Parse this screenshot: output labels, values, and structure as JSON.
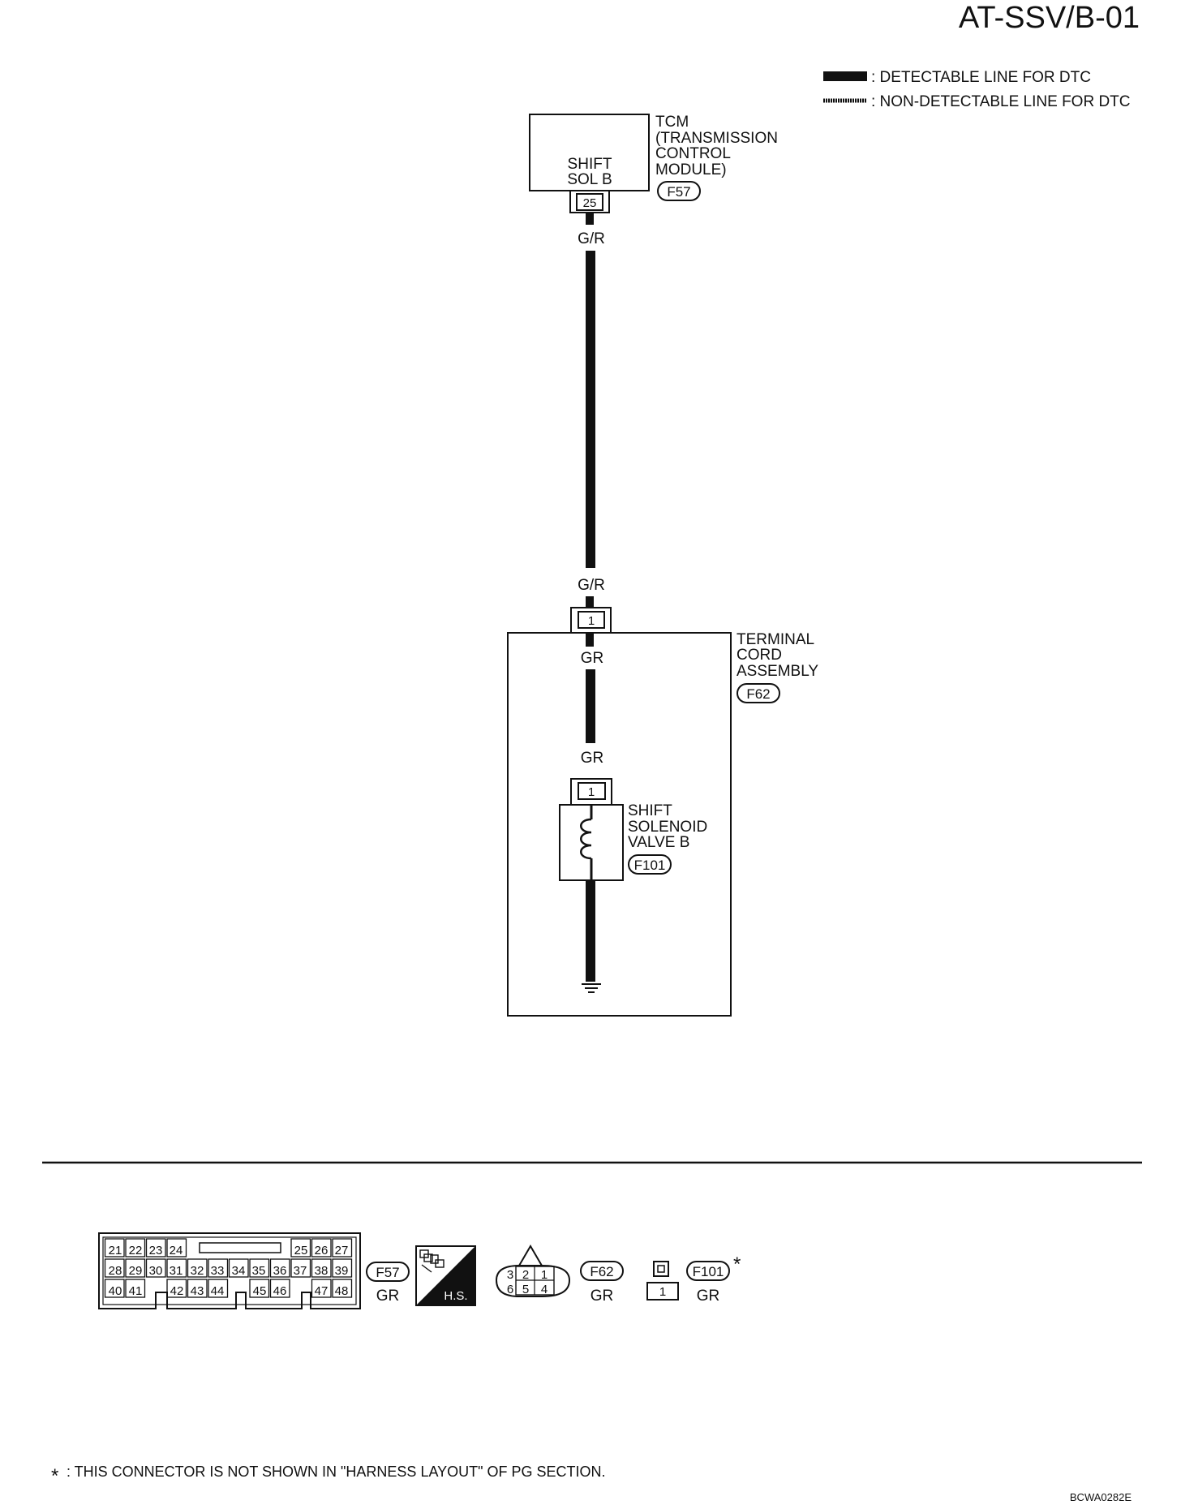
{
  "page_code": "AT-SSV/B-01",
  "figure_ref": "BCWA0282E",
  "legend": {
    "detectable": ": DETECTABLE LINE FOR DTC",
    "non_detectable": ": NON-DETECTABLE LINE FOR DTC"
  },
  "tcm": {
    "name_lines": [
      "TCM",
      "(TRANSMISSION",
      "CONTROL",
      "MODULE)"
    ],
    "inner_lines": [
      "SHIFT",
      "SOL B"
    ],
    "connector": "F57",
    "pin": "25"
  },
  "wire": {
    "top_color": "G/R",
    "bottom_color": "G/R",
    "inner_top": "GR",
    "inner_bottom": "GR"
  },
  "terminal_cord": {
    "name_lines": [
      "TERMINAL",
      "CORD",
      "ASSEMBLY"
    ],
    "connector": "F62",
    "pin": "1"
  },
  "solenoid": {
    "name_lines": [
      "SHIFT",
      "SOLENOID",
      "VALVE B"
    ],
    "connector": "F101",
    "pin": "1"
  },
  "connectors": {
    "f57": {
      "label": "F57",
      "color": "GR",
      "row1_left": [
        "21",
        "22",
        "23",
        "24"
      ],
      "row1_right": [
        "25",
        "26",
        "27"
      ],
      "row2": [
        "28",
        "29",
        "30",
        "31",
        "32",
        "33",
        "34",
        "35",
        "36",
        "37",
        "38",
        "39"
      ],
      "row3_a": [
        "40",
        "41"
      ],
      "row3_b": [
        "42",
        "43",
        "44"
      ],
      "row3_c": [
        "45",
        "46"
      ],
      "row3_d": [
        "47",
        "48"
      ]
    },
    "hs_label": "H.S.",
    "f62": {
      "label": "F62",
      "color": "GR",
      "top": [
        "3",
        "2",
        "1"
      ],
      "bottom": [
        "6",
        "5",
        "4"
      ]
    },
    "f101": {
      "label": "F101",
      "color": "GR",
      "pin": "1",
      "asterisk": "*"
    }
  },
  "footnote": {
    "star": "*",
    "text": ": THIS CONNECTOR IS NOT SHOWN IN \"HARNESS LAYOUT\" OF PG SECTION."
  }
}
